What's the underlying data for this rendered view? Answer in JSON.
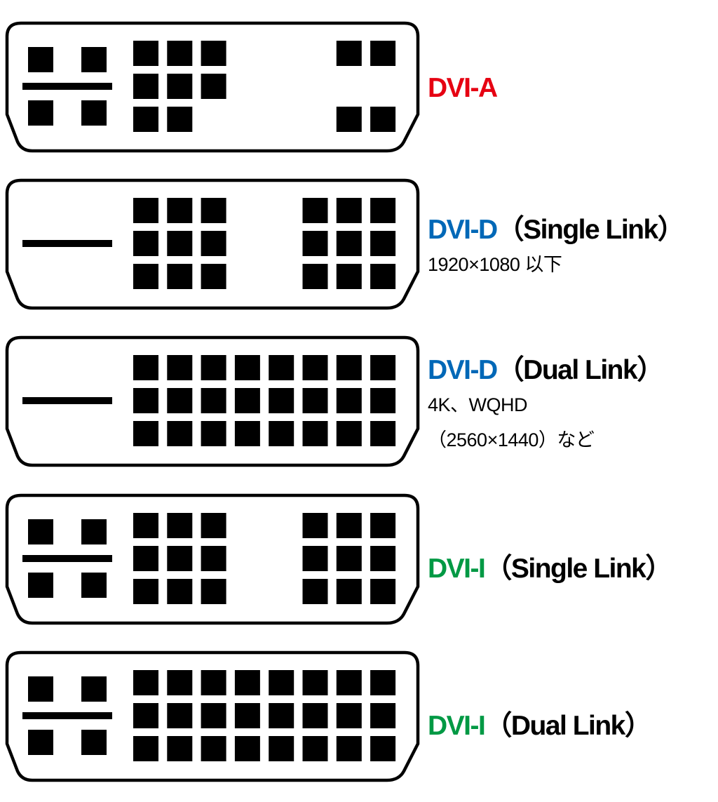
{
  "colors": {
    "analog": "#e60012",
    "digital": "#0068b7",
    "integrated": "#009944"
  },
  "connectors": [
    {
      "name": "DVI-A",
      "suffix": "",
      "color": "#e60012",
      "analog": true,
      "pins": [
        "11100011",
        "11100000",
        "11000011"
      ],
      "notes": []
    },
    {
      "name": "DVI-D",
      "suffix": "（Single Link）",
      "color": "#0068b7",
      "analog": false,
      "pins": [
        "11100111",
        "11100111",
        "11100111"
      ],
      "notes": [
        "1920×1080 以下"
      ]
    },
    {
      "name": "DVI-D",
      "suffix": "（Dual Link）",
      "color": "#0068b7",
      "analog": false,
      "pins": [
        "11111111",
        "11111111",
        "11111111"
      ],
      "notes": [
        "4K、WQHD",
        "（2560×1440）など"
      ]
    },
    {
      "name": "DVI-I",
      "suffix": "（Single Link）",
      "color": "#009944",
      "analog": true,
      "pins": [
        "11100111",
        "11100111",
        "11100111"
      ],
      "notes": []
    },
    {
      "name": "DVI-I",
      "suffix": "（Dual Link）",
      "color": "#009944",
      "analog": true,
      "pins": [
        "11111111",
        "11111111",
        "11111111"
      ],
      "notes": []
    }
  ]
}
